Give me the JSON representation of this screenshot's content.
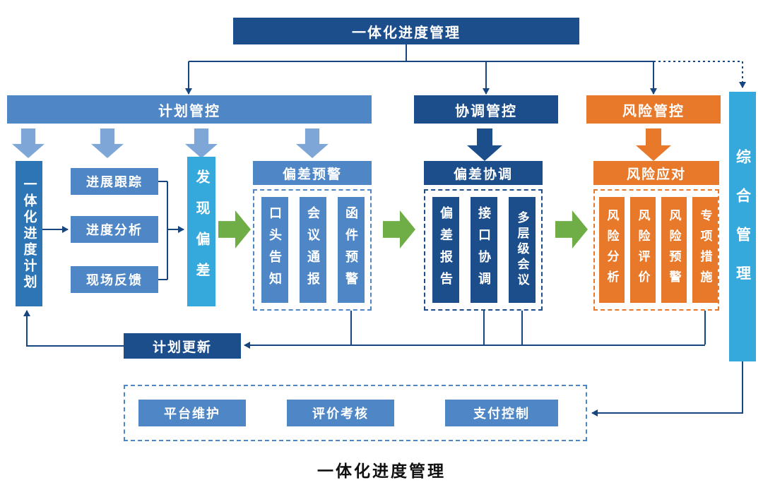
{
  "top": {
    "label": "一体化进度管理"
  },
  "plan": {
    "header": "计划管控",
    "master_plan": "一体化进度计划",
    "tracking": [
      "进展跟踪",
      "进度分析",
      "现场反馈"
    ],
    "discover": "发现偏差",
    "warning_header": "偏差预警",
    "warning_items": [
      "口头告知",
      "会议通报",
      "函件预警"
    ]
  },
  "coordination": {
    "header": "协调管控",
    "sub_header": "偏差协调",
    "items": [
      "偏差报告",
      "接口协调",
      "多层级会议"
    ]
  },
  "risk": {
    "header": "风险管控",
    "sub_header": "风险应对",
    "items": [
      "风险分析",
      "风险评价",
      "风险预警",
      "专项措施"
    ]
  },
  "comprehensive": {
    "label": "综合管理"
  },
  "update": {
    "label": "计划更新"
  },
  "support": {
    "items": [
      "平台维护",
      "评价考核",
      "支付控制"
    ]
  },
  "caption": "一体化进度管理",
  "colors": {
    "navy": "#1d4e8c",
    "blue": "#4e86c6",
    "light_blue": "#7ea7d8",
    "cyan": "#35a8dc",
    "master_blue": "#2e75b6",
    "orange": "#e8792b",
    "green": "#6fae46",
    "line": "#17457f"
  }
}
